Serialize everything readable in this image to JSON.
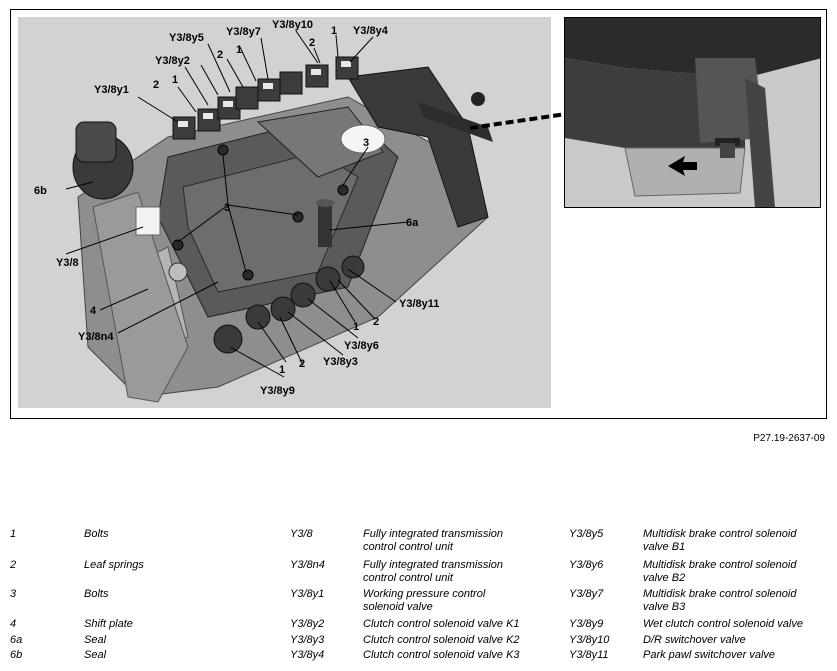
{
  "figure": {
    "callouts": {
      "y3_8y5": "Y3/8y5",
      "y3_8y7": "Y3/8y7",
      "y3_8y10": "Y3/8y10",
      "y3_8y4": "Y3/8y4",
      "y3_8y2": "Y3/8y2",
      "y3_8y1": "Y3/8y1",
      "y3_8": "Y3/8",
      "y3_8n4": "Y3/8n4",
      "y3_8y11": "Y3/8y11",
      "y3_8y6": "Y3/8y6",
      "y3_8y3": "Y3/8y3",
      "y3_8y9": "Y3/8y9",
      "n1": "1",
      "n2": "2",
      "n3": "3",
      "n4": "4",
      "n6a": "6a",
      "n6b": "6b"
    },
    "reference_code": "P27.19-2637-09"
  },
  "legend": [
    {
      "key": "1",
      "label": "Bolts"
    },
    {
      "key": "2",
      "label": "Leaf springs"
    },
    {
      "key": "3",
      "label": "Bolts"
    },
    {
      "key": "4",
      "label": "Shift plate"
    },
    {
      "key": "6a",
      "label": "Seal"
    },
    {
      "key": "6b",
      "label": "Seal"
    },
    {
      "key": "Y3/8",
      "label": "Fully integrated transmission control control unit"
    },
    {
      "key": "Y3/8n4",
      "label": "Fully integrated transmission control control unit"
    },
    {
      "key": "Y3/8y1",
      "label": "Working pressure control solenoid valve"
    },
    {
      "key": "Y3/8y2",
      "label": "Clutch control solenoid valve K1"
    },
    {
      "key": "Y3/8y3",
      "label": "Clutch control solenoid valve K2"
    },
    {
      "key": "Y3/8y4",
      "label": "Clutch control solenoid valve K3"
    },
    {
      "key": "Y3/8y5",
      "label": "Multidisk brake control solenoid valve B1"
    },
    {
      "key": "Y3/8y6",
      "label": "Multidisk brake control solenoid valve B2"
    },
    {
      "key": "Y3/8y7",
      "label": "Multidisk brake control solenoid valve B3"
    },
    {
      "key": "Y3/8y9",
      "label": "Wet clutch control solenoid valve"
    },
    {
      "key": "Y3/8y10",
      "label": "D/R switchover valve"
    },
    {
      "key": "Y3/8y11",
      "label": "Park pawl switchover valve"
    }
  ]
}
